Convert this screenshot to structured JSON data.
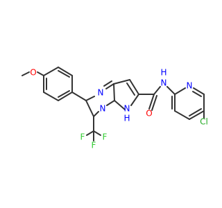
{
  "colors": {
    "bond": "#333333",
    "oxygen": "#ff0000",
    "nitrogen": "#0000ff",
    "fluorine": "#33cc33",
    "chlorine": "#22aa22",
    "background": "#ffffff"
  },
  "atoms": {
    "o_methoxy": "O",
    "n_pyrimidine": "N",
    "n_amide": "N",
    "h_amide": "H",
    "n_pyridine": "N",
    "cl": "Cl",
    "n_bridge": "N",
    "n_pyrazole": "N",
    "h_pyrazole": "H",
    "o_carbonyl": "O",
    "f_left": "F",
    "f_right": "F",
    "f_bottom": "F"
  }
}
